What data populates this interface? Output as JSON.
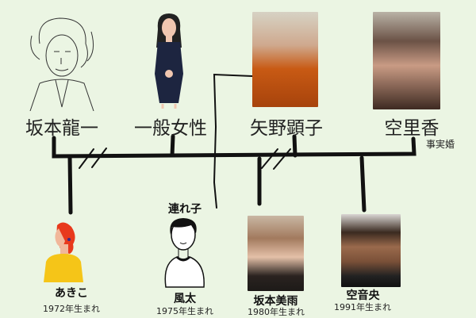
{
  "parents": [
    {
      "name": "坂本龍一",
      "image": "sketch-portrait"
    },
    {
      "name": "一般女性",
      "image": "woman-illustration"
    },
    {
      "name": "矢野顕子",
      "image": "photo"
    },
    {
      "name": "空里香",
      "image": "photo"
    }
  ],
  "relation_note": "事実婚",
  "stepchild_label": "連れ子",
  "children": [
    {
      "name": "あきこ",
      "born": "1972年生まれ",
      "image": "woman-illustration"
    },
    {
      "name": "風太",
      "born": "1975年生まれ",
      "image": "boy-illustration"
    },
    {
      "name": "坂本美雨",
      "born": "1980年生まれ",
      "image": "photo"
    },
    {
      "name": "空音央",
      "born": "1991年生まれ",
      "image": "photo"
    }
  ],
  "colors": {
    "background": "#ebf5e3",
    "lines": "#111111",
    "akiko_hair": "#e8391c",
    "akiko_top": "#f5c518"
  }
}
